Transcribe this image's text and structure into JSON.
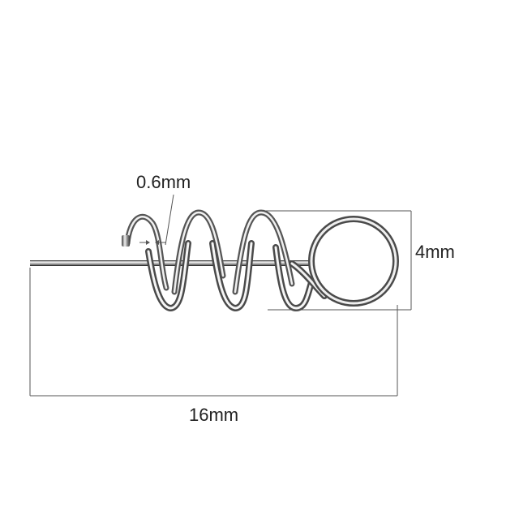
{
  "dimensions": {
    "wire_diameter": "0.6mm",
    "coil_diameter": "4mm",
    "overall_length": "16mm"
  },
  "colors": {
    "background": "#ffffff",
    "dimension_lines": "#555555",
    "dimension_text": "#222222",
    "wire_dark": "#3a3a3a",
    "wire_light": "#e8e8e8"
  }
}
